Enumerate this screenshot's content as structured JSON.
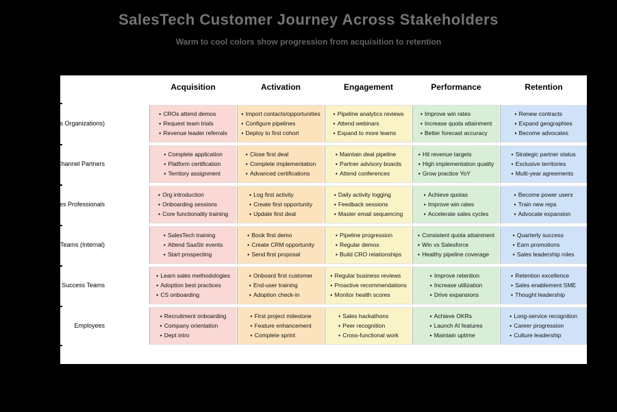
{
  "title": "SalesTech Customer Journey Across Stakeholders",
  "subtitle": "Warm to cool colors show progression from acquisition to retention",
  "colors": {
    "background": "#000000",
    "panel": "#ffffff",
    "title_text": "#757575",
    "subtitle_text": "#646464",
    "cell_border": "#b5b5b5"
  },
  "columns": [
    {
      "label": "Acquisition",
      "color": "#f9d8d5"
    },
    {
      "label": "Activation",
      "color": "#fce3bd"
    },
    {
      "label": "Engagement",
      "color": "#fbf3c8"
    },
    {
      "label": "Performance",
      "color": "#d8eed6"
    },
    {
      "label": "Retention",
      "color": "#cfe2f8"
    }
  ],
  "rows": [
    {
      "label": "s Organizations)"
    },
    {
      "label": "Channel Partners"
    },
    {
      "label": "es Professionals"
    },
    {
      "label": "Teams (Internal)"
    },
    {
      "label": "r Success Teams"
    },
    {
      "label": "Employees"
    }
  ],
  "cells": [
    [
      [
        "CROs attend demos",
        "Request team trials",
        "Revenue leader referrals"
      ],
      [
        "Import contacts/opportunities",
        "Configure pipelines",
        "Deploy to first cohort"
      ],
      [
        "Pipeline analytics reviews",
        "Attend webinars",
        "Expand to more teams"
      ],
      [
        "Improve win rates",
        "Increase quota attainment",
        "Better forecast accuracy"
      ],
      [
        "Renew contracts",
        "Expand geographies",
        "Become advocates"
      ]
    ],
    [
      [
        "Complete application",
        "Platform certification",
        "Territory assignment"
      ],
      [
        "Close first deal",
        "Complete implementation",
        "Advanced certifications"
      ],
      [
        "Maintain deal pipeline",
        "Partner advisory boards",
        "Attend conferences"
      ],
      [
        "Hit revenue targets",
        "High implementation quality",
        "Grow practice YoY"
      ],
      [
        "Strategic partner status",
        "Exclusive territories",
        "Multi-year agreements"
      ]
    ],
    [
      [
        "Org introduction",
        "Onboarding sessions",
        "Core functionality training"
      ],
      [
        "Log first activity",
        "Create first opportunity",
        "Update first deal"
      ],
      [
        "Daily activity logging",
        "Feedback sessions",
        "Master email sequencing"
      ],
      [
        "Achieve quotas",
        "Improve win rates",
        "Accelerate sales cycles"
      ],
      [
        "Become power users",
        "Train new reps",
        "Advocate expansion"
      ]
    ],
    [
      [
        "SalesTech training",
        "Attend SaaStr events",
        "Start prospecting"
      ],
      [
        "Book first demo",
        "Create CRM opportunity",
        "Send first proposal"
      ],
      [
        "Pipeline progression",
        "Regular demos",
        "Build CRO relationships"
      ],
      [
        "Consistent quota attainment",
        "Win vs Salesforce",
        "Healthy pipeline coverage"
      ],
      [
        "Quarterly success",
        "Earn promotions",
        "Sales leadership roles"
      ]
    ],
    [
      [
        "Learn sales methodologies",
        "Adoption best practices",
        "CS onboarding"
      ],
      [
        "Onboard first customer",
        "End-user training",
        "Adoption check-in"
      ],
      [
        "Regular business reviews",
        "Proactive recommendations",
        "Monitor health scores"
      ],
      [
        "Improve retention",
        "Increase utilization",
        "Drive expansions"
      ],
      [
        "Retention excellence",
        "Sales enablement SME",
        "Thought leadership"
      ]
    ],
    [
      [
        "Recruitment onboarding",
        "Company orientation",
        "Dept intro"
      ],
      [
        "First project milestone",
        "Feature enhancement",
        "Complete sprint"
      ],
      [
        "Sales hackathons",
        "Peer recognition",
        "Cross-functional work"
      ],
      [
        "Achieve OKRs",
        "Launch AI features",
        "Maintain uptime"
      ],
      [
        "Long-service recognition",
        "Career progression",
        "Culture leadership"
      ]
    ]
  ]
}
